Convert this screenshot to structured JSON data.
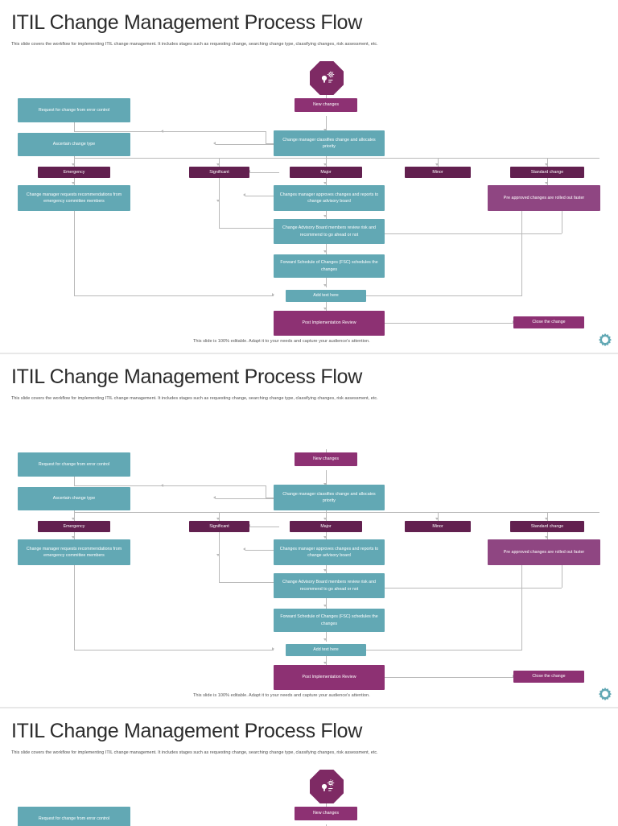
{
  "slide": {
    "title": "ITIL Change Management Process Flow",
    "subtitle": "This slide covers the workflow for implementing ITIL change management. It includes stages such as requesting change, searching change type, classifying changes, risk assessment, etc.",
    "footer": "This slide is 100% editable. Adapt it to your needs and capture your audience's attention."
  },
  "colors": {
    "teal": "#62a8b4",
    "plum": "#62204f",
    "mauve": "#8d3173",
    "orchid": "#8f4682",
    "connector": "#b9b9b9",
    "title": "#2b2b2b",
    "gear": "#62a8b4"
  },
  "icons": {
    "badge": "lightbulb-gears-icon",
    "corner": "gear-icon"
  },
  "nodes": {
    "request_for_change": "Request for change from error control",
    "ascertain_change_type": "Ascertain change type",
    "new_changes": "New changes",
    "change_manager_classifies": "Change manager classifies change and allocates priority",
    "emergency": "Emergency",
    "significant": "Significant",
    "major": "Major",
    "minor": "Minor",
    "standard_change": "Standard change",
    "change_manager_requests": "Change manager requests recommendations from emergency committee members",
    "changes_manager_approves": "Changes manager approves changes and reports to change advisory board",
    "preapproved_changes": "Pre approved changes are rolled out faster",
    "cab_members_review": "Change Advisory Board members review risk and recommend to go ahead or not",
    "forward_schedule": "Forward Schedule of Changes (FSC) schedules the changes",
    "add_text_here": "Add text here",
    "post_implementation_review": "Post Implementation Review",
    "close_the_change": "Close the change"
  }
}
